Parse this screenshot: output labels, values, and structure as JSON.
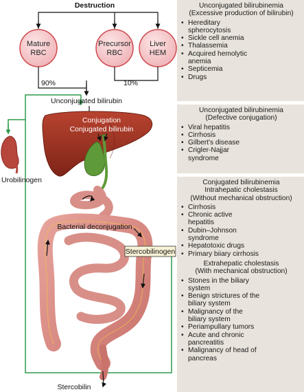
{
  "labels": {
    "destruction": "Destruction",
    "mature_rbc": [
      "Mature",
      "RBC"
    ],
    "precursor_rbc": [
      "Precursor",
      "RBC"
    ],
    "liver_hem": [
      "Liver",
      "HEM"
    ],
    "pct_90": "90%",
    "pct_10": "10%",
    "unconjugated_bilirubin": "Unconjugated bilirubin",
    "conjugation": "Conjugation",
    "conjugated_bilirubin": "Conjugated bilirubin",
    "urobilinogen": "Urobilinogen",
    "bacterial_deconjugation": "Bacterial deconjugation",
    "stercobilinogen": "Stercobilinogen",
    "stercobilin": "Stercobilin"
  },
  "panels": {
    "p1": {
      "heading": [
        "Unconjugated bilirubinemia",
        "(Excessive production of bilirubin)"
      ],
      "items": [
        [
          "Hereditary",
          "spherocytosis"
        ],
        [
          "Sickle cell anemia"
        ],
        [
          "Thalassemia"
        ],
        [
          "Acquired hemolytic",
          "anemia"
        ],
        [
          "Septicemia"
        ],
        [
          "Drugs"
        ]
      ]
    },
    "p2": {
      "heading": [
        "Unconjugated bilirubinemia",
        "(Defective conjugation)"
      ],
      "items": [
        [
          "Viral hepatitis"
        ],
        [
          "Cirrhosis"
        ],
        [
          "Gilbert's disease"
        ],
        [
          "Crigler-Najjar",
          "syndrome"
        ]
      ]
    },
    "p3": {
      "heading": [
        "Conjugated bilirubinemia",
        "Intrahepatic cholestasis",
        "(Without mechanical obstruction)"
      ],
      "items": [
        [
          "Cirrhosis"
        ],
        [
          "Chronic active",
          "hepatitis"
        ],
        [
          "Dubin–Johnson",
          "syndrome"
        ],
        [
          "Hepatotoxic drugs"
        ],
        [
          "Primary biiary cirrhosis"
        ]
      ],
      "subheading": [
        "Extrahepatic cholestasis",
        "(With mechanical obstruction)"
      ],
      "subitems": [
        [
          "Stones in the biliary",
          "system"
        ],
        [
          "Benign strictures of the",
          "biliary system"
        ],
        [
          "Malignancy of the",
          "biliary system"
        ],
        [
          "Periampullary tumors"
        ],
        [
          "Acute and chronic",
          "pancreatitis"
        ],
        [
          "Malignancy of head of",
          "pancreas"
        ]
      ]
    }
  },
  "colors": {
    "rbc_fill": "#f1bcc0",
    "rbc_stroke": "#cf4a4f",
    "liver": "#9a2e20",
    "gallbladder": "#5f9a3a",
    "intestine": "#d88f88",
    "flow_green": "#2f9a4a",
    "panel_bg": "#e8e3dc"
  }
}
